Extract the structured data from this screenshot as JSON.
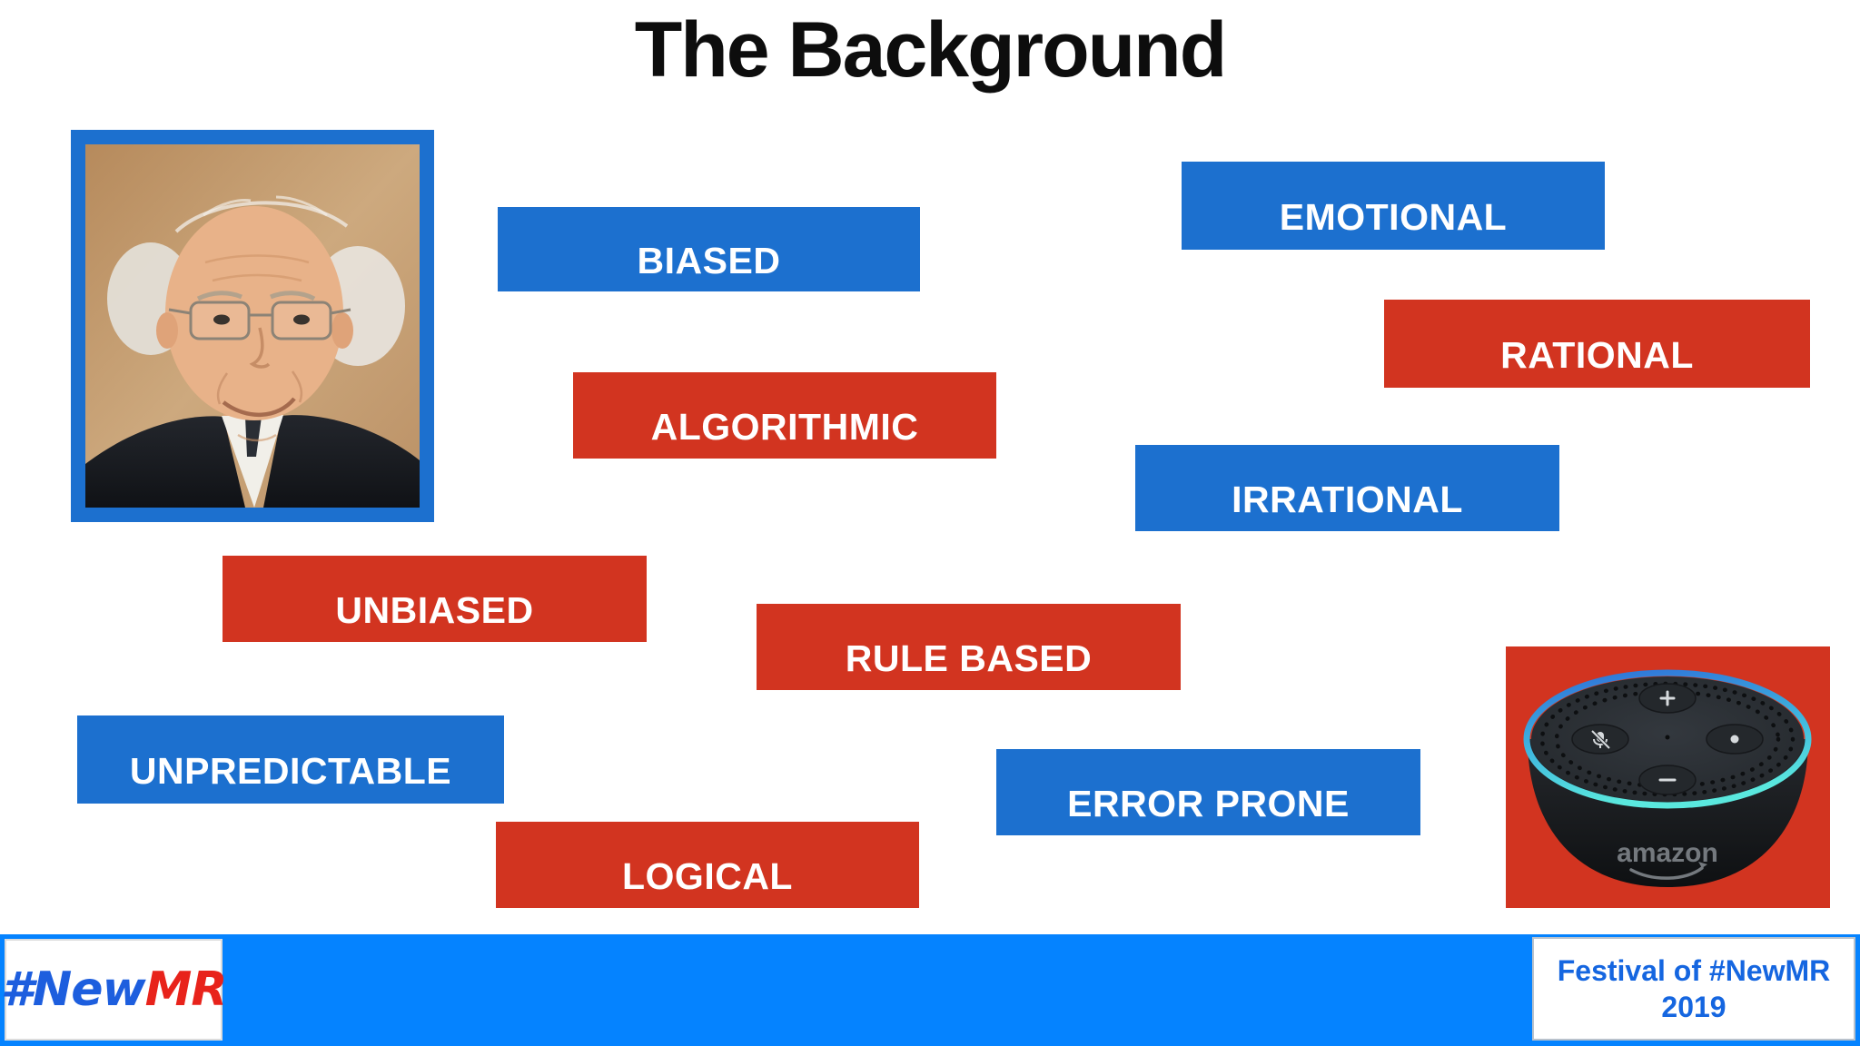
{
  "title": "The Background",
  "tags": [
    {
      "text": "BIASED",
      "variant": "blue"
    },
    {
      "text": "EMOTIONAL",
      "variant": "blue"
    },
    {
      "text": "RATIONAL",
      "variant": "red"
    },
    {
      "text": "ALGORITHMIC",
      "variant": "red"
    },
    {
      "text": "IRRATIONAL",
      "variant": "blue"
    },
    {
      "text": "UNBIASED",
      "variant": "red"
    },
    {
      "text": "RULE BASED",
      "variant": "red"
    },
    {
      "text": "UNPREDICTABLE",
      "variant": "blue"
    },
    {
      "text": "ERROR PRONE",
      "variant": "blue"
    },
    {
      "text": "LOGICAL",
      "variant": "red"
    }
  ],
  "echo": {
    "brand": "amazon"
  },
  "footer": {
    "logo_prefix": "#New",
    "logo_suffix": "MR",
    "festival_line1": "Festival of #NewMR",
    "festival_line2": "2019"
  },
  "colors": {
    "tag_blue": "#1C70CF",
    "tag_red": "#D23420",
    "photo_frame_blue": "#1C70CF",
    "echo_background_red": "#D23420",
    "footer_bar_blue": "#0583FF",
    "logo_blue": "#1D5EDE",
    "logo_red": "#E8231B",
    "festival_text_blue": "#1566E0",
    "title_color": "#0D0D0D",
    "tag_text": "#FFFFFF"
  }
}
